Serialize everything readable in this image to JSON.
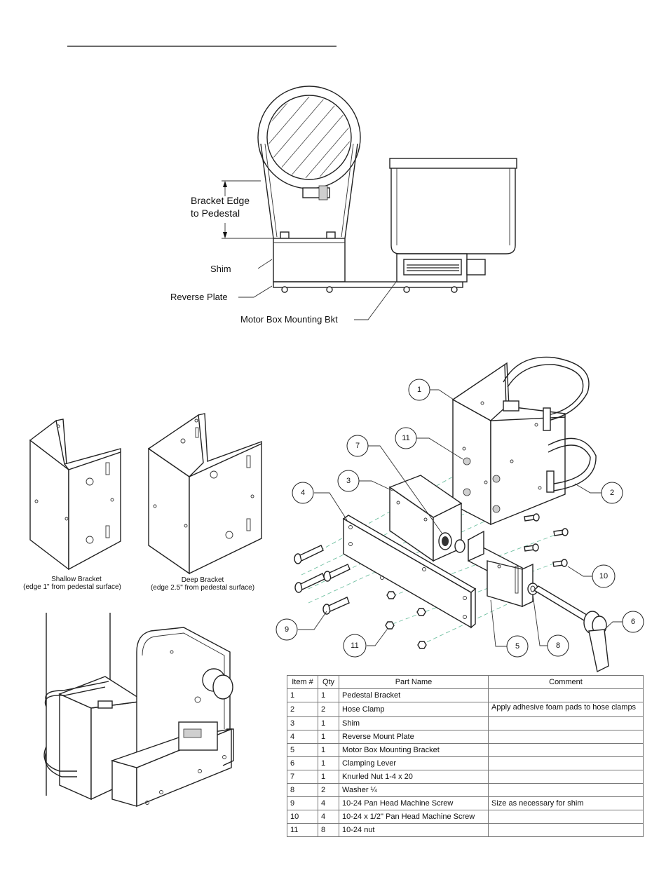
{
  "top_view": {
    "label_bracket_edge_line1": "Bracket Edge",
    "label_bracket_edge_line2": "to Pedestal",
    "label_shim": "Shim",
    "label_reverse_plate": "Reverse Plate",
    "label_motor_box": "Motor Box Mounting Bkt"
  },
  "brackets": {
    "shallow_line1": "Shallow Bracket",
    "shallow_line2": "(edge 1\" from pedestal surface)",
    "deep_line1": "Deep Bracket",
    "deep_line2": "(edge 2.5\" from pedestal surface)"
  },
  "callouts": [
    "1",
    "2",
    "3",
    "4",
    "5",
    "6",
    "7",
    "8",
    "9",
    "10",
    "11",
    "11"
  ],
  "parts_table": {
    "headers": [
      "Item #",
      "Qty",
      "Part Name",
      "Comment"
    ],
    "rows": [
      {
        "item": "1",
        "qty": "1",
        "name": "Pedestal Bracket",
        "comment": ""
      },
      {
        "item": "2",
        "qty": "2",
        "name": "Hose Clamp",
        "comment": "Apply adhesive foam pads to hose clamps"
      },
      {
        "item": "3",
        "qty": "1",
        "name": "Shim",
        "comment": ""
      },
      {
        "item": "4",
        "qty": "1",
        "name": "Reverse Mount Plate",
        "comment": ""
      },
      {
        "item": "5",
        "qty": "1",
        "name": "Motor Box Mounting Bracket",
        "comment": ""
      },
      {
        "item": "6",
        "qty": "1",
        "name": "Clamping Lever",
        "comment": ""
      },
      {
        "item": "7",
        "qty": "1",
        "name": "Knurled Nut 1-4 x 20",
        "comment": ""
      },
      {
        "item": "8",
        "qty": "2",
        "name": "Washer ¼",
        "comment": ""
      },
      {
        "item": "9",
        "qty": "4",
        "name": "10-24 Pan Head Machine Screw",
        "comment": "Size as necessary for shim"
      },
      {
        "item": "10",
        "qty": "4",
        "name": "10-24 x 1/2\" Pan Head Machine Screw",
        "comment": ""
      },
      {
        "item": "11",
        "qty": "8",
        "name": "10-24 nut",
        "comment": ""
      }
    ]
  }
}
